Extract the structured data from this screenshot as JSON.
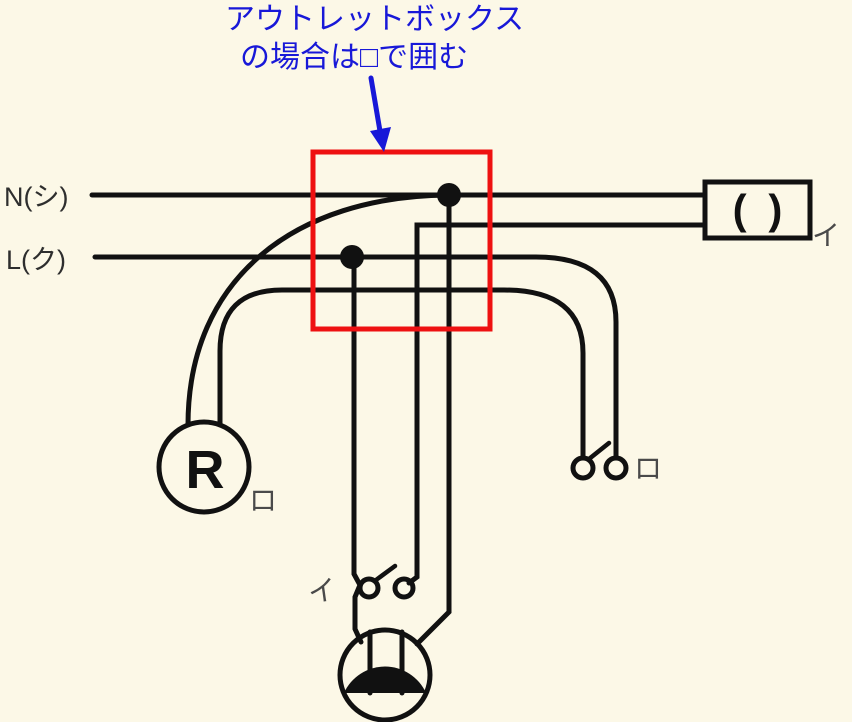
{
  "annotation": {
    "line1": "アウトレットボックス",
    "line2": "の場合は□で囲む"
  },
  "power_lines": {
    "neutral_label": "N(シ)",
    "live_label": "L(ク)"
  },
  "components": {
    "ceiling_light": {
      "symbol_text": "( )",
      "circuit_label": "イ"
    },
    "lamp_receptacle": {
      "symbol_letter": "R",
      "circuit_label": "ロ"
    },
    "switch_i": {
      "circuit_label": "イ"
    },
    "switch_ro": {
      "circuit_label": "ロ"
    }
  },
  "colors": {
    "background": "#fcf8e7",
    "wire": "#111111",
    "outlet_box_highlight": "#ee1111",
    "annotation": "#1818d8",
    "label_dark": "#2e2e2e",
    "label_gray": "#4a4a4a"
  }
}
